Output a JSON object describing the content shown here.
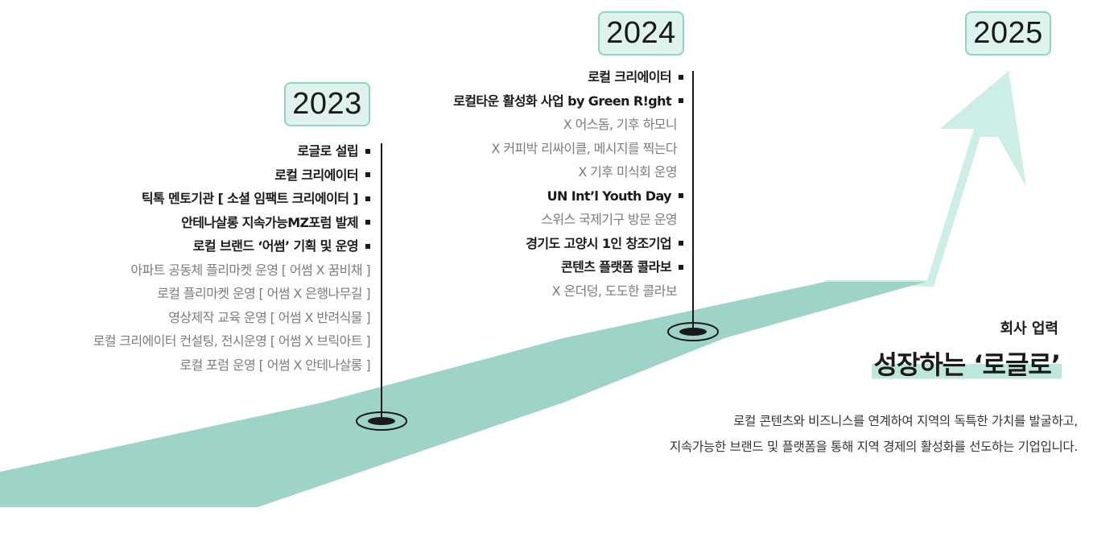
{
  "colors": {
    "road": "#9ed3c7",
    "arrow": "#cdeee6",
    "badge_fill": "#dff3ee",
    "badge_border": "#8fd3c4",
    "title_highlight": "#bfe6dc",
    "sub_text": "#7c7c7c"
  },
  "timeline": [
    {
      "year": "2023",
      "items": [
        {
          "text": "로글로 설립",
          "type": "main"
        },
        {
          "text": "로컬 크리에이터",
          "type": "main"
        },
        {
          "text": "틱톡 멘토기관 [ 소셜 임팩트 크리에이터 ]",
          "type": "main"
        },
        {
          "text": "안테나살롱 지속가능MZ포럼 발제",
          "type": "main"
        },
        {
          "text": "로컬 브랜드 ‘어썸’ 기획 및 운영",
          "type": "main"
        },
        {
          "text": "아파트 공동체 플리마켓 운영 [ 어썸 X 꿈비채 ]",
          "type": "sub"
        },
        {
          "text": "로컬 플리마켓 운영 [ 어썸 X 은행나무길 ]",
          "type": "sub"
        },
        {
          "text": "영상제작 교육 운영 [ 어썸 X 반려식물 ]",
          "type": "sub"
        },
        {
          "text": "로컬 크리에이터 컨설팅, 전시운영 [ 어썸 X 브릭아트 ]",
          "type": "sub"
        },
        {
          "text": "로컬 포럼 운영 [ 어썸 X 안테나살롱 ]",
          "type": "sub"
        }
      ]
    },
    {
      "year": "2024",
      "items": [
        {
          "text": "로컬 크리에이터",
          "type": "main"
        },
        {
          "text": "로컬타운 활성화 사업 by Green R!ght",
          "type": "main"
        },
        {
          "text": "X 어스돔, 기후 하모니",
          "type": "sub"
        },
        {
          "text": "X 커피박 리싸이클, 메시지를 찍는다",
          "type": "sub"
        },
        {
          "text": "X 기후 미식회 운영",
          "type": "sub"
        },
        {
          "text": "UN Int’l Youth Day",
          "type": "main"
        },
        {
          "text": "스위스 국제기구 방문 운영",
          "type": "sub"
        },
        {
          "text": "경기도 고양시 1인 창조기업",
          "type": "main"
        },
        {
          "text": "콘텐츠 플랫폼 콜라보",
          "type": "main"
        },
        {
          "text": "X 온더덩, 도도한 콜라보",
          "type": "sub"
        }
      ]
    },
    {
      "year": "2025",
      "items": []
    }
  ],
  "company": {
    "label": "회사 업력",
    "title": "성장하는 ‘로글로’",
    "description": [
      "로컬 콘텐츠와 비즈니스를 연계하여 지역의 독특한  가치를 발굴하고,",
      "지속가능한 브랜드 및 플랫폼을 통해 지역 경제의 활성화를 선도하는 기업입니다."
    ]
  }
}
